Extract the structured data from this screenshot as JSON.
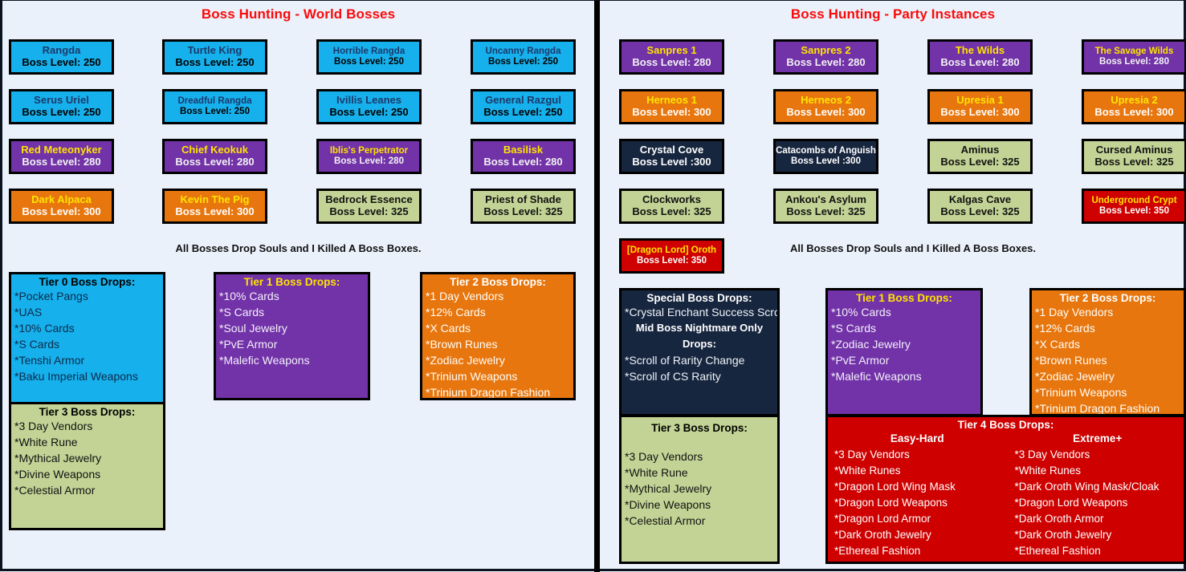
{
  "colors": {
    "background": "#eaf1fa",
    "title": "#fa0a0a",
    "tier0_blue": "#16b0ec",
    "tier1_purple": "#7232a8",
    "tier2_orange": "#e8760e",
    "tier3_green": "#c3d395",
    "special_navy": "#17263f",
    "tier4_red": "#ce0000",
    "accent_yellow": "#ffe400"
  },
  "left": {
    "title": "Boss Hunting - World Bosses",
    "note": "All Bosses Drop Souls and I Killed A Boss Boxes.",
    "bosses": [
      {
        "name": "Rangda",
        "level": "Boss Level: 250",
        "tier": "blue"
      },
      {
        "name": "Turtle King",
        "level": "Boss Level: 250",
        "tier": "blue"
      },
      {
        "name": "Horrible Rangda",
        "level": "Boss Level: 250",
        "tier": "blue"
      },
      {
        "name": "Uncanny Rangda",
        "level": "Boss Level: 250",
        "tier": "blue"
      },
      {
        "name": "Serus Uriel",
        "level": "Boss Level: 250",
        "tier": "blue"
      },
      {
        "name": "Dreadful Rangda",
        "level": "Boss Level: 250",
        "tier": "blue"
      },
      {
        "name": "Ivillis Leanes",
        "level": "Boss Level: 250",
        "tier": "blue"
      },
      {
        "name": "General Razgul",
        "level": "Boss Level: 250",
        "tier": "blue"
      },
      {
        "name": "Red Meteonyker",
        "level": "Boss Level: 280",
        "tier": "purple"
      },
      {
        "name": "Chief Keokuk",
        "level": "Boss Level: 280",
        "tier": "purple"
      },
      {
        "name": "Iblis's Perpetrator",
        "level": "Boss Level: 280",
        "tier": "purple"
      },
      {
        "name": "Basilisk",
        "level": "Boss Level: 280",
        "tier": "purple"
      },
      {
        "name": "Dark Alpaca",
        "level": "Boss Level: 300",
        "tier": "orange"
      },
      {
        "name": "Kevin The Pig",
        "level": "Boss Level: 300",
        "tier": "orange"
      },
      {
        "name": "Bedrock Essence",
        "level": "Boss Level: 325",
        "tier": "green"
      },
      {
        "name": "Priest of Shade",
        "level": "Boss Level: 325",
        "tier": "green"
      }
    ],
    "drops": {
      "tier0": {
        "header": "Tier 0 Boss Drops:",
        "items": [
          "*Pocket Pangs",
          "*UAS",
          "*10% Cards",
          "*S Cards",
          "*Tenshi Armor",
          "*Baku Imperial Weapons"
        ]
      },
      "tier3": {
        "header": "Tier 3 Boss Drops:",
        "items": [
          "*3 Day Vendors",
          "*White Rune",
          "*Mythical Jewelry",
          "*Divine Weapons",
          "*Celestial Armor"
        ]
      },
      "tier1": {
        "header": "Tier 1 Boss Drops:",
        "items": [
          "*10% Cards",
          "*S Cards",
          "*Soul Jewelry",
          "*PvE Armor",
          "*Malefic Weapons"
        ]
      },
      "tier2": {
        "header": "Tier 2 Boss Drops:",
        "items": [
          "*1 Day Vendors",
          "*12% Cards",
          "*X Cards",
          "*Brown Runes",
          "*Zodiac Jewelry",
          "*Trinium Weapons",
          "*Trinium Dragon Fashion"
        ]
      }
    }
  },
  "right": {
    "title": "Boss Hunting - Party Instances",
    "note": "All Bosses Drop Souls and I Killed A Boss Boxes.",
    "bosses": [
      {
        "name": "Sanpres 1",
        "level": "Boss Level: 280",
        "tier": "purple"
      },
      {
        "name": "Sanpres 2",
        "level": "Boss Level: 280",
        "tier": "purple"
      },
      {
        "name": "The Wilds",
        "level": "Boss Level: 280",
        "tier": "purple"
      },
      {
        "name": "The Savage Wilds",
        "level": "Boss Level: 280",
        "tier": "purple"
      },
      {
        "name": "Herneos 1",
        "level": "Boss Level: 300",
        "tier": "orange"
      },
      {
        "name": "Herneos 2",
        "level": "Boss Level: 300",
        "tier": "orange"
      },
      {
        "name": "Upresia 1",
        "level": "Boss Level: 300",
        "tier": "orange"
      },
      {
        "name": "Upresia 2",
        "level": "Boss Level: 300",
        "tier": "orange"
      },
      {
        "name": "Crystal Cove",
        "level": "Boss Level :300",
        "tier": "navy"
      },
      {
        "name": "Catacombs of Anguish",
        "level": "Boss Level :300",
        "tier": "navy"
      },
      {
        "name": "Aminus",
        "level": "Boss Level: 325",
        "tier": "green"
      },
      {
        "name": "Cursed Aminus",
        "level": "Boss Level: 325",
        "tier": "green"
      },
      {
        "name": "Clockworks",
        "level": "Boss Level: 325",
        "tier": "green"
      },
      {
        "name": "Ankou's Asylum",
        "level": "Boss Level: 325",
        "tier": "green"
      },
      {
        "name": "Kalgas Cave",
        "level": "Boss Level: 325",
        "tier": "green"
      },
      {
        "name": "Underground Crypt",
        "level": "Boss Level: 350",
        "tier": "red"
      },
      {
        "name": "[Dragon Lord] Oroth",
        "level": "Boss Level: 350",
        "tier": "red"
      }
    ],
    "drops": {
      "special": {
        "header": "Special Boss Drops:",
        "items_top": [
          "*Crystal Enchant Success Scroll"
        ],
        "subheader": "Mid Boss Nightmare Only Drops:",
        "items_bottom": [
          "*Scroll of Rarity Change",
          "*Scroll of CS Rarity"
        ]
      },
      "tier3": {
        "header": "Tier 3 Boss Drops:",
        "items": [
          "*3 Day Vendors",
          "*White Rune",
          "*Mythical Jewelry",
          "*Divine Weapons",
          "*Celestial Armor"
        ]
      },
      "tier1": {
        "header": "Tier 1 Boss Drops:",
        "items": [
          "*10% Cards",
          "*S Cards",
          "*Zodiac Jewelry",
          "*PvE Armor",
          "*Malefic Weapons"
        ]
      },
      "tier2": {
        "header": "Tier 2 Boss Drops:",
        "items": [
          "*1 Day Vendors",
          "*12% Cards",
          "*X Cards",
          "*Brown Runes",
          "*Zodiac Jewelry",
          "*Trinium Weapons",
          "*Trinium Dragon Fashion"
        ]
      },
      "tier4": {
        "header": "Tier 4 Boss Drops:",
        "col_a_header": "Easy-Hard",
        "col_a_items": [
          "*3 Day Vendors",
          "*White Runes",
          "*Dragon Lord Wing Mask",
          "*Dragon Lord Weapons",
          "*Dragon Lord Armor",
          "*Dark Oroth Jewelry",
          "*Ethereal Fashion"
        ],
        "col_b_header": "Extreme+",
        "col_b_items": [
          "*3 Day Vendors",
          "*White Runes",
          "*Dark Oroth Wing Mask/Cloak",
          "*Dragon Lord Weapons",
          "*Dark Oroth Armor",
          "*Dark Oroth Jewelry",
          "*Ethereal Fashion"
        ]
      }
    }
  }
}
